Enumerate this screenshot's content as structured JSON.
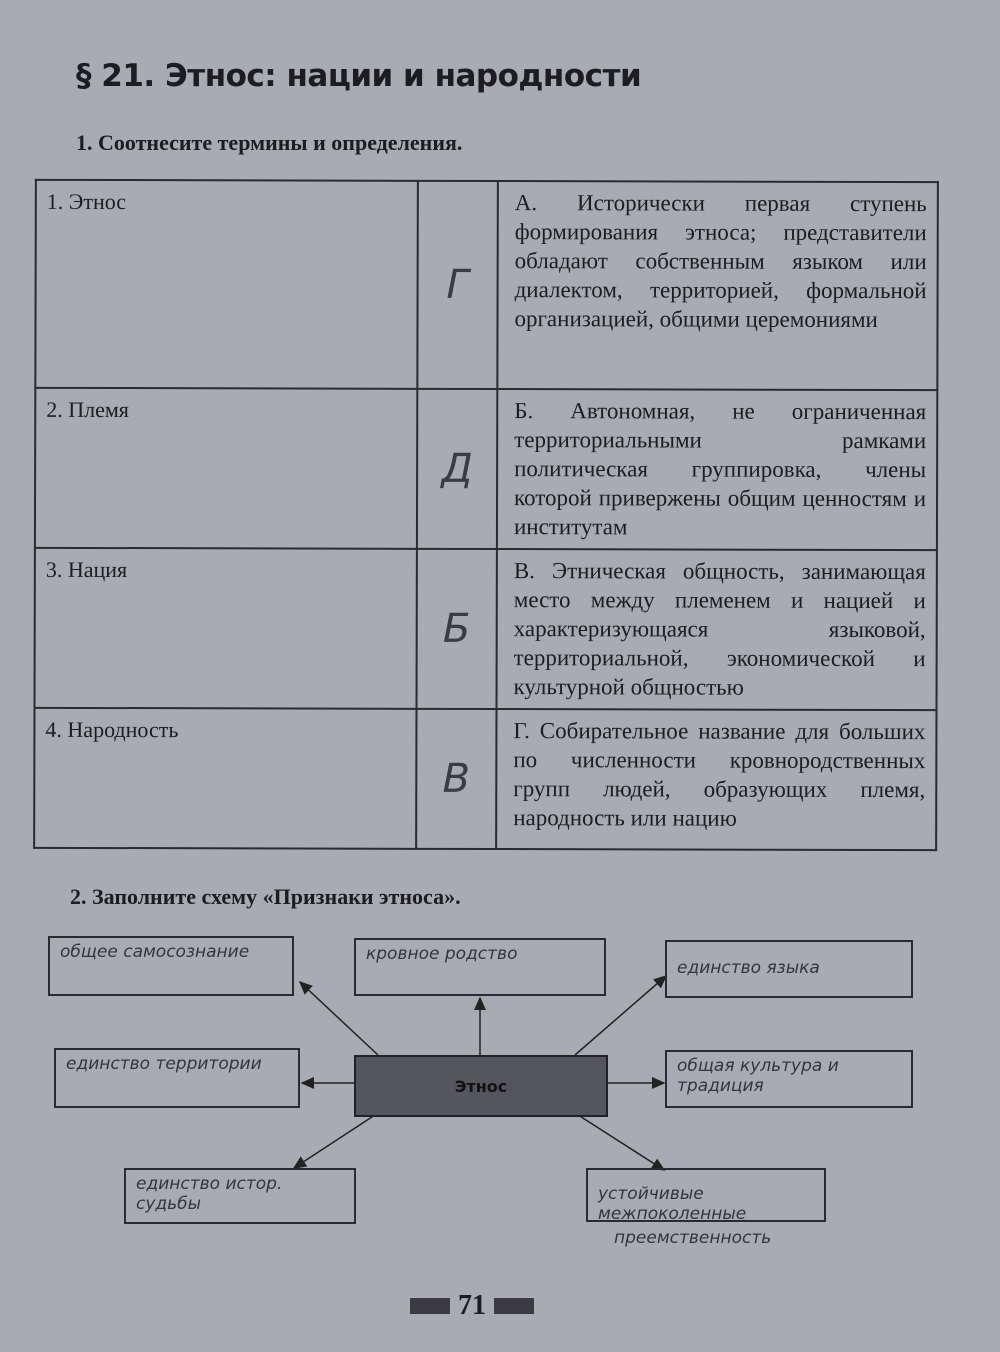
{
  "title": "§ 21. Этнос: нации и народности",
  "task1": {
    "heading": "1. Соотнесите термины и определения.",
    "rows": [
      {
        "term": "1. Этнос",
        "answer": "Г",
        "definition": "А. Исторически первая ступень формирования этноса; представители обладают собственным языком или диалектом, территорией, формальной организацией, общими церемониями"
      },
      {
        "term": "2. Племя",
        "answer": "Д",
        "definition": "Б. Автономная, не ограниченная территориальными рамками политическая группировка, члены которой привержены общим ценностям и институтам"
      },
      {
        "term": "3. Нация",
        "answer": "Б",
        "definition": "В. Этническая общность, занимающая место между племенем и нацией и характеризующаяся языковой, территориальной, экономической и культурной общностью"
      },
      {
        "term": "4. Народность",
        "answer": "В",
        "definition": "Г. Собирательное название для больших по численности кровнородственных групп людей, образующих племя, народность или нацию"
      }
    ]
  },
  "task2": {
    "heading": "2. Заполните схему «Признаки этноса».",
    "center": "Этнос",
    "boxes": [
      "общее самосознание",
      "кровное родство",
      "единство языка",
      "единство территории",
      "общая культура и традиция",
      "единство истор. судьбы",
      "устойчивые межпоколенные",
      "преемственность"
    ]
  },
  "page_number": "71"
}
